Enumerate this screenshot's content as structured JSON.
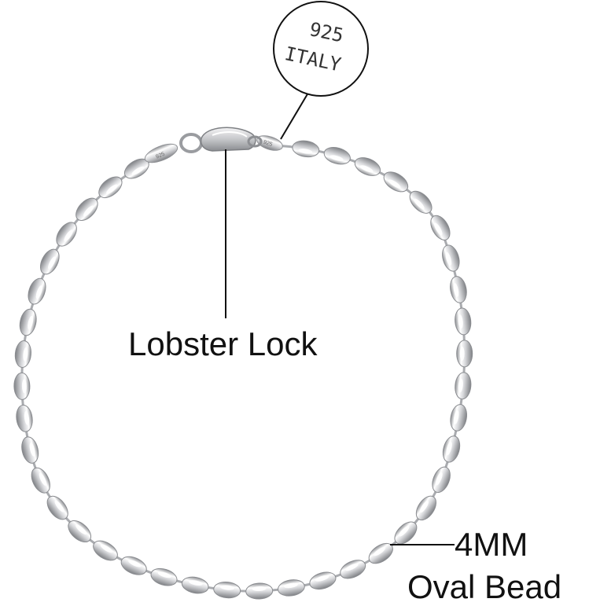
{
  "stamp": {
    "line1": "925",
    "line2": "ITALY"
  },
  "annotations": {
    "clasp_label": "Lobster Lock",
    "bead_size": "4MM",
    "bead_shape": "Oval Bead"
  },
  "colors": {
    "background": "#ffffff",
    "text": "#111111",
    "silver_light": "#ffffff",
    "silver_mid": "#cfcfd2",
    "silver_dark": "#8d8f93"
  }
}
